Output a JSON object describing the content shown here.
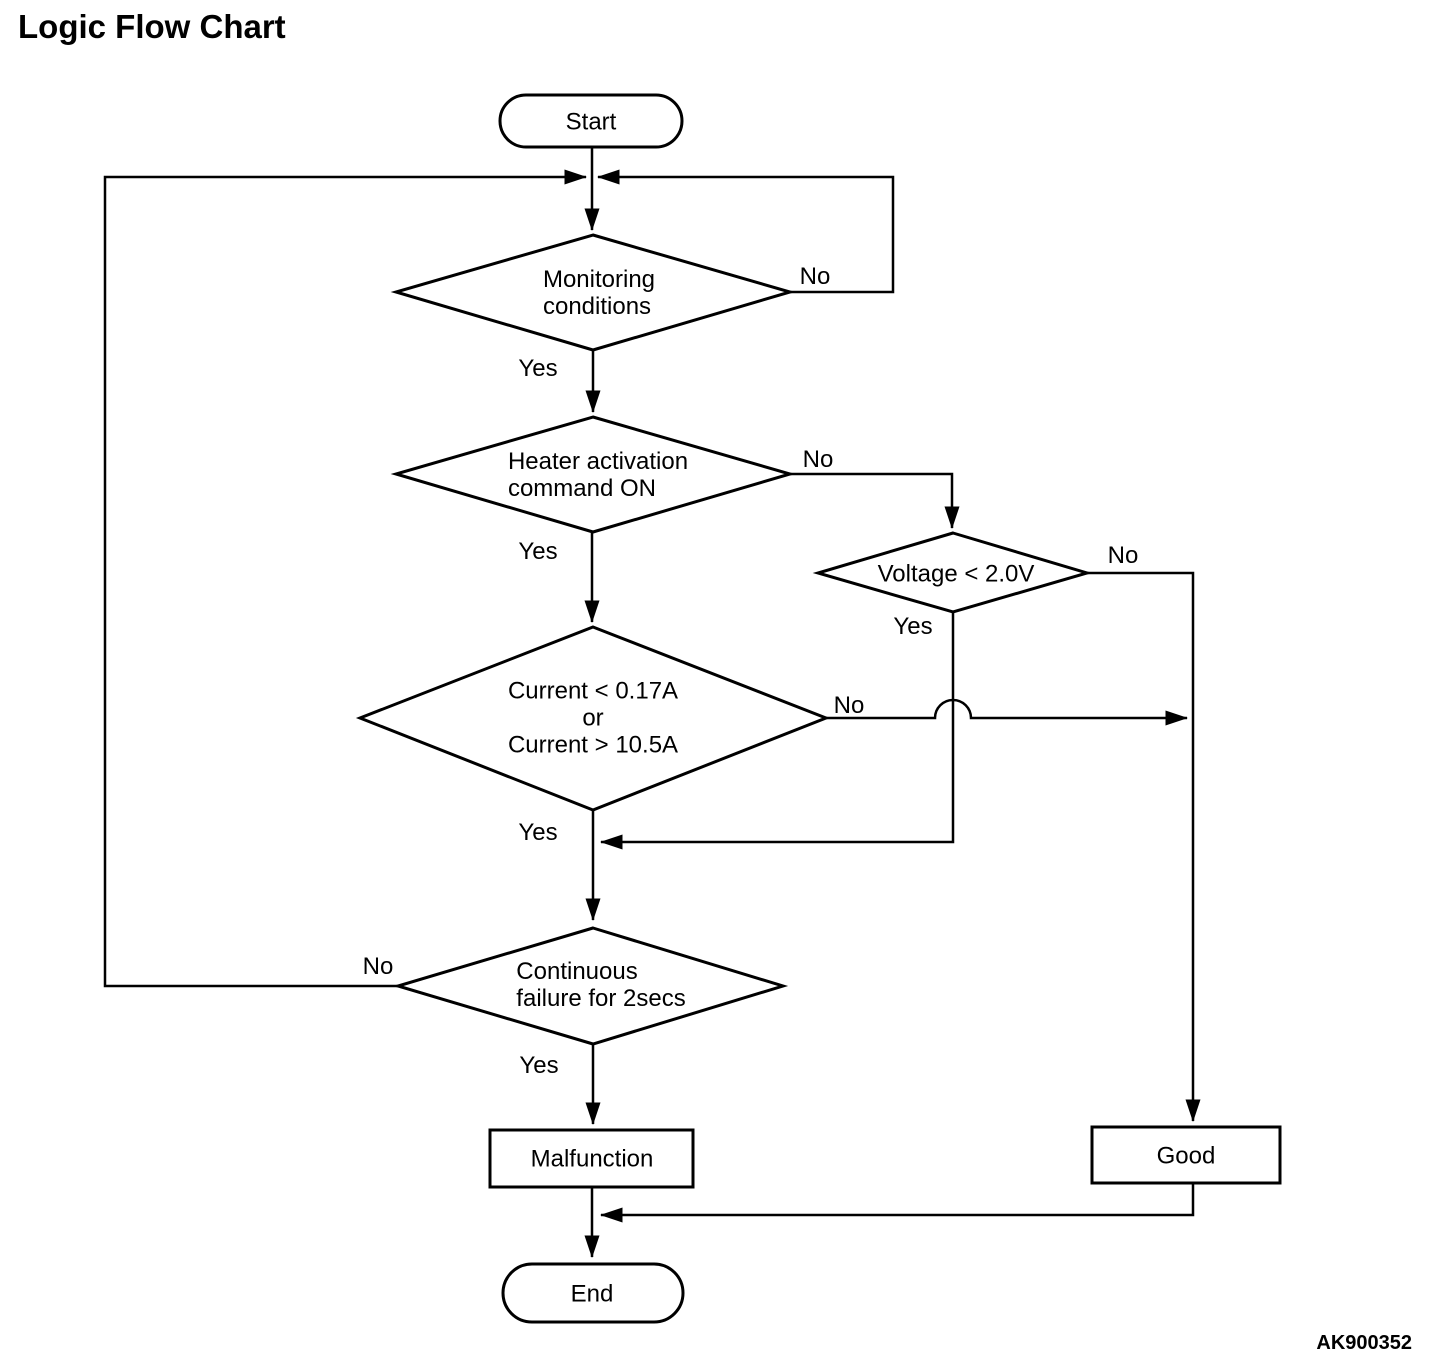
{
  "title": "Logic Flow Chart",
  "figure_code": "AK900352",
  "colors": {
    "line": "#000000",
    "background": "#ffffff",
    "text": "#000000"
  },
  "nodes": {
    "start": "Start",
    "monitoring": "Monitoring\nconditions",
    "heater": "Heater activation\ncommand ON",
    "voltage": "Voltage < 2.0V",
    "current": "Current < 0.17A\nor\nCurrent > 10.5A",
    "continuous": "Continuous\nfailure for 2secs",
    "malfunction": "Malfunction",
    "good": "Good",
    "end": "End"
  },
  "edge_labels": {
    "monitoring_yes": "Yes",
    "monitoring_no": "No",
    "heater_yes": "Yes",
    "heater_no": "No",
    "voltage_yes": "Yes",
    "voltage_no": "No",
    "current_yes": "Yes",
    "current_no": "No",
    "continuous_yes": "Yes",
    "continuous_no": "No"
  }
}
